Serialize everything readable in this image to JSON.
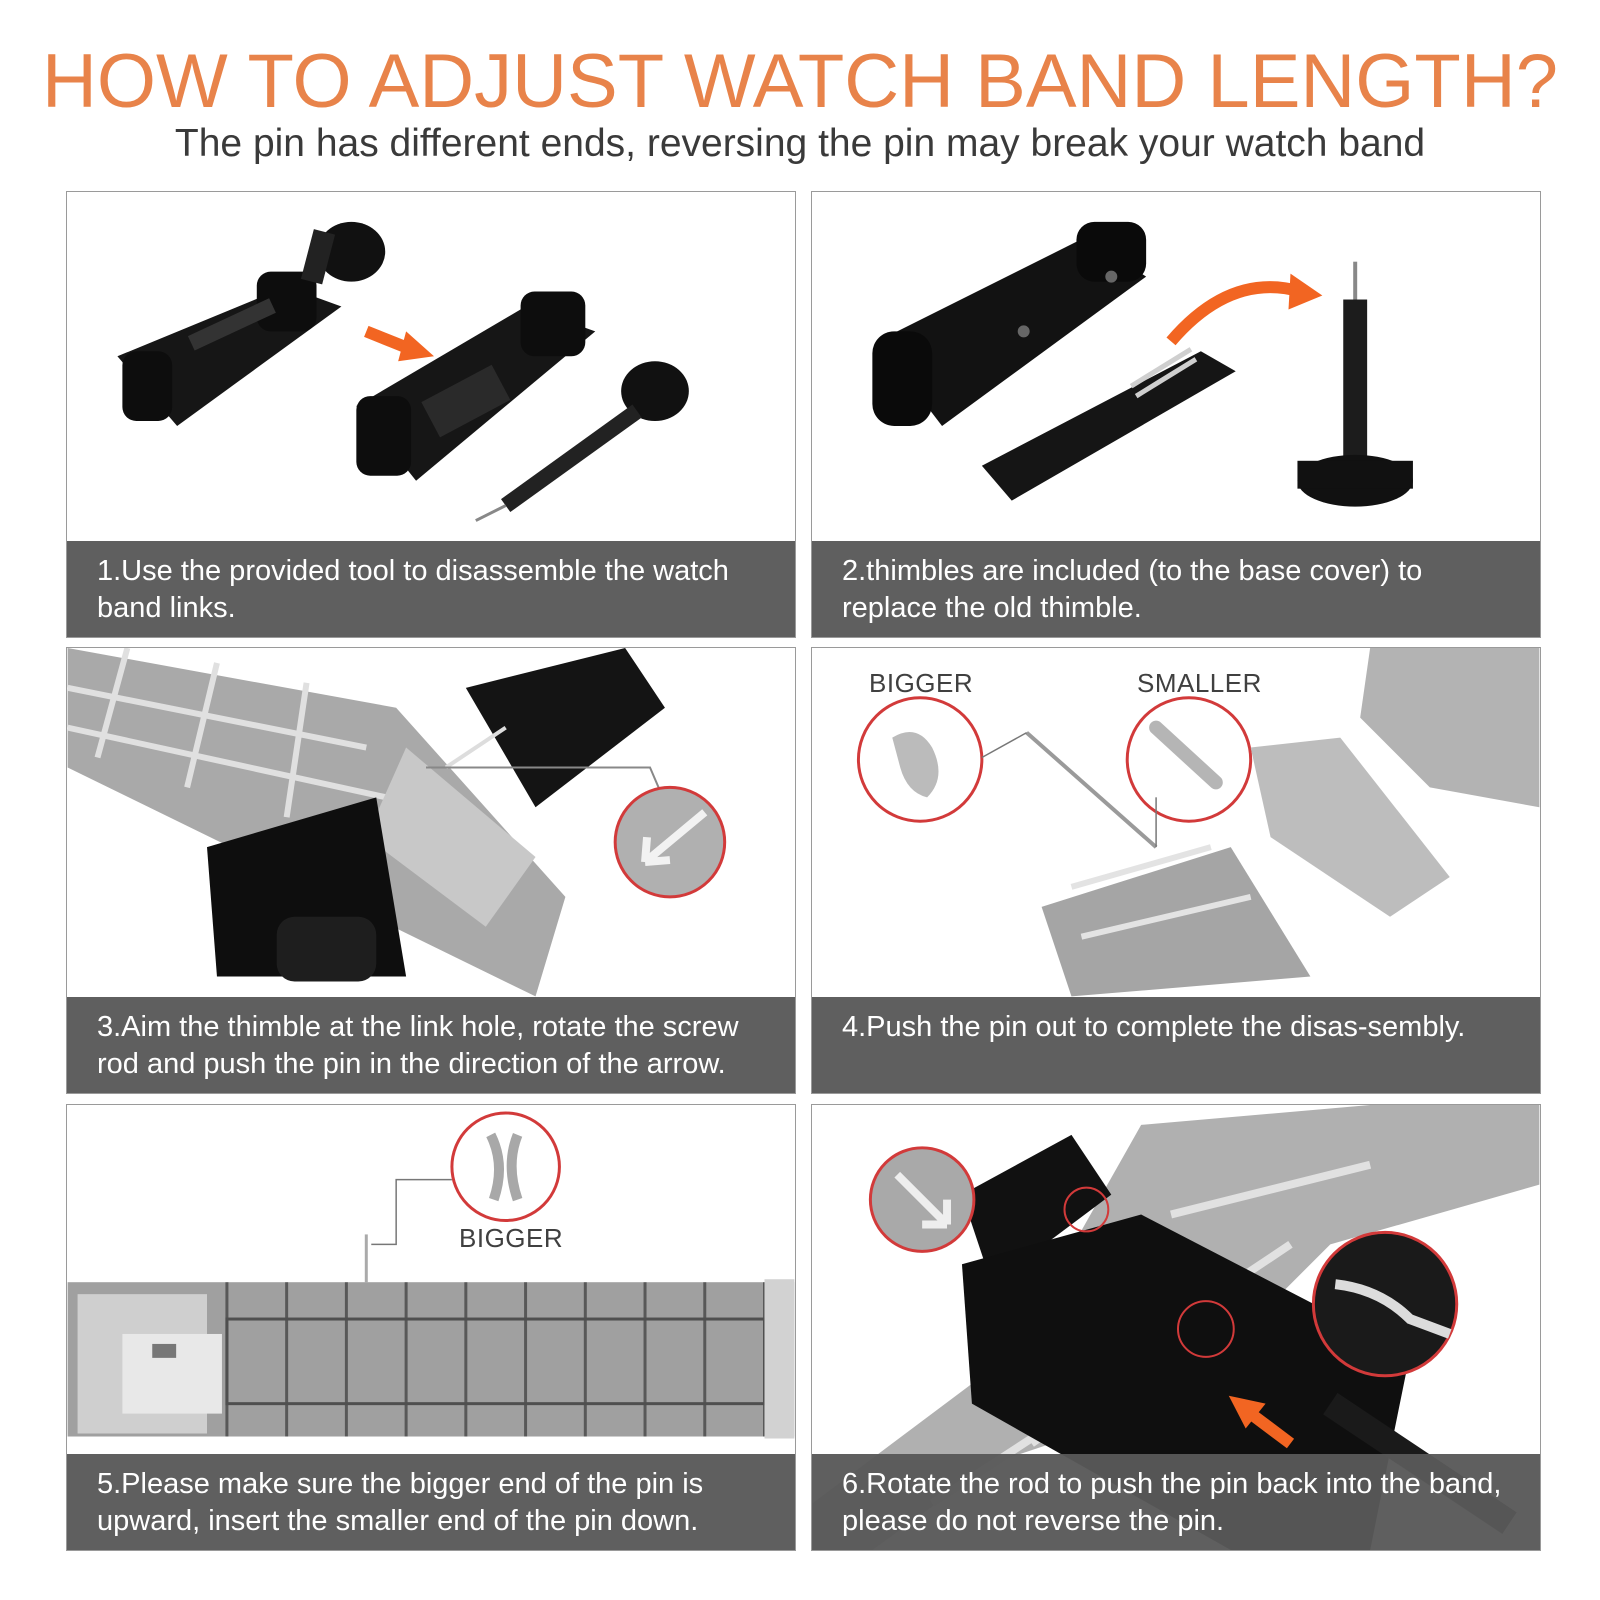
{
  "header": {
    "title": "HOW TO ADJUST WATCH BAND LENGTH?",
    "subtitle": "The pin has different ends, reversing the pin may break your watch band"
  },
  "steps": [
    {
      "caption": "1.Use the provided tool to disassemble the watch band links."
    },
    {
      "caption": "2.thimbles are included (to the base cover) to replace the old thimble."
    },
    {
      "caption": "3.Aim the thimble at the link hole, rotate the screw rod and push the pin in the direction of the arrow."
    },
    {
      "caption": "4.Push the pin out to complete the disas-sembly.",
      "labels": {
        "bigger": "BIGGER",
        "smaller": "SMALLER"
      }
    },
    {
      "caption": "5.Please make sure the bigger end of the pin is upward, insert the smaller end of the pin down.",
      "labels": {
        "bigger": "BIGGER"
      }
    },
    {
      "caption": "6.Rotate the rod to push the pin back into the band, please do not reverse the pin."
    }
  ],
  "colors": {
    "accent": "#e8834a",
    "arrow": "#f26522",
    "callout": "#d23a3a",
    "caption_bg": "#585858"
  }
}
